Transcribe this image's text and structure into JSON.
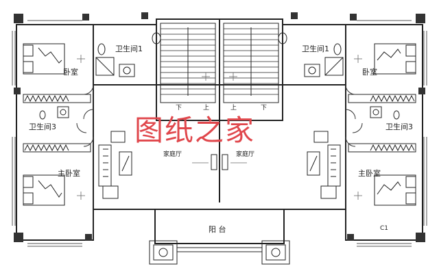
{
  "watermark": "图纸之家",
  "rooms": {
    "bath_top_left": "卫生间1",
    "bath_top_right": "卫生间1",
    "bedroom_left": "卧室",
    "bedroom_right": "卧室",
    "bath3_left": "卫生间3",
    "bath3_right": "卫生间3",
    "family_left": "家庭厅",
    "family_right": "家庭厅",
    "master_left": "主卧室",
    "master_right": "主卧室",
    "balcony": "阳 台",
    "window_tag": "C1"
  },
  "stairs": {
    "left_down": "下",
    "left_up": "上",
    "right_up": "上",
    "right_down": "下"
  }
}
